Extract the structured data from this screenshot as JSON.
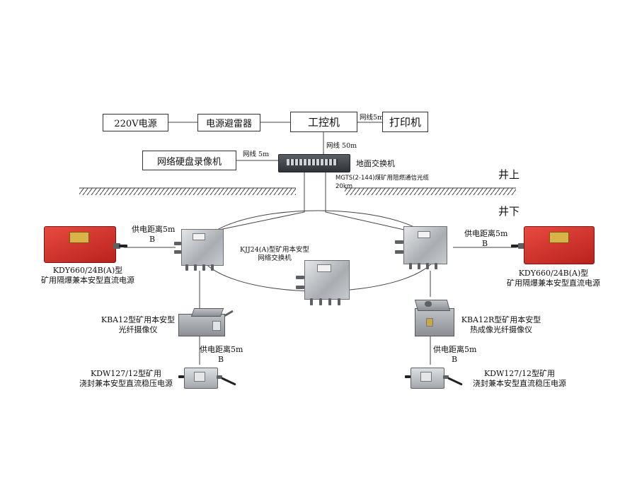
{
  "top_row": {
    "power_220v": "220V电源",
    "lightning_protector": "电源避雷器",
    "ipc": "工控机",
    "cable_5m_printer": "网线5m",
    "printer": "打印机"
  },
  "nvr": {
    "label": "网络硬盘录像机",
    "cable": "网线  5m"
  },
  "ground_switch": {
    "cable_top": "网线  50m",
    "label": "地面交换机",
    "fiber_line1": "MGTS(2-144)煤矿用阻燃通信光缆",
    "fiber_line2": "20km"
  },
  "zones": {
    "above": "井上",
    "below": "井下"
  },
  "left": {
    "power_distance": "供电距离5m",
    "power_distance_b": "B",
    "psu_line1": "KDY660/24B(A)型",
    "psu_line2": "矿用隔爆兼本安型直流电源",
    "camera_line1": "KBA12型矿用本安型",
    "camera_line2": "光纤摄像仪",
    "cam_power_distance": "供电距离5m",
    "cam_power_distance_b": "B",
    "dc_psu_line1": "KDW127/12型矿用",
    "dc_psu_line2": "浇封兼本安型直流稳压电源"
  },
  "center": {
    "switch_line1": "KJJ24(A)型矿用本安型",
    "switch_line2": "网络交换机"
  },
  "right": {
    "power_distance": "供电距离5m",
    "power_distance_b": "B",
    "psu_line1": "KDY660/24B(A)型",
    "psu_line2": "矿用隔爆兼本安型直流电源",
    "camera_line1": "KBA12R型矿用本安型",
    "camera_line2": "热成像光纤摄像仪",
    "cam_power_distance": "供电距离5m",
    "cam_power_distance_b": "B",
    "dc_psu_line1": "KDW127/12型矿用",
    "dc_psu_line2": "浇封兼本安型直流稳压电源"
  }
}
